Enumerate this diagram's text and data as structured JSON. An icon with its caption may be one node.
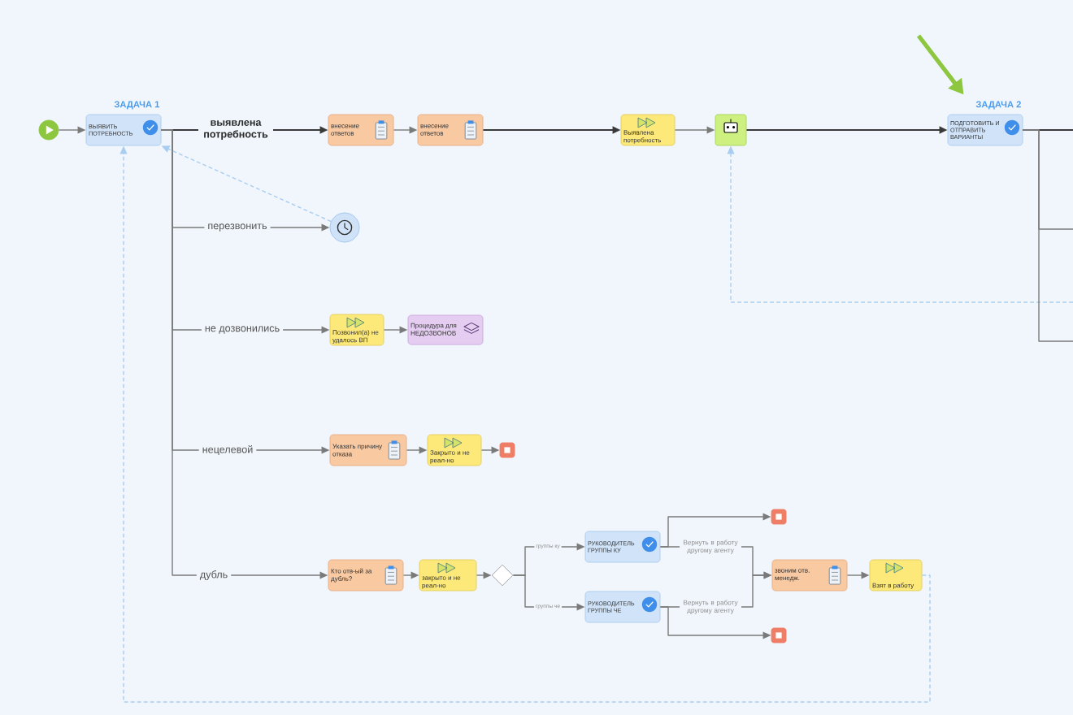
{
  "diagram": {
    "nodes": [
      {
        "text": [],
        "shape": "circle"
      },
      {
        "text": [
          "ЗАДАЧА 1",
          "ВЫЯВИТЬ ПОТРЕБНОСТЬ"
        ]
      },
      {
        "text": [
          "внесение ответов"
        ]
      },
      {
        "text": [
          "внесение ответов"
        ]
      },
      {
        "text": [
          "Выявлена потребность"
        ]
      },
      {
        "text": [],
        "shape": "box"
      },
      {
        "text": [
          "ЗАДАЧА 2",
          "ПОДГОТОВИТЬ И ОТПРАВИТЬ ВАРИАНТЫ"
        ]
      },
      {
        "text": [],
        "shape": "circle"
      },
      {
        "text": [
          "Позвонил(а) не удалось ВП"
        ]
      },
      {
        "text": [
          "Процедура для НЕДОЗВОНОВ"
        ]
      },
      {
        "text": [
          "Указать причину отказа"
        ]
      },
      {
        "text": [
          "Закрыто и не реал-но"
        ]
      },
      {
        "text": [],
        "shape": "box"
      },
      {
        "text": [
          "Кто отв-ый за дубль?"
        ]
      },
      {
        "text": [
          "закрыто и не реал-но"
        ]
      },
      {
        "text": [],
        "shape": "diamond"
      },
      {
        "text": [
          "РУКОВОДИТЕЛЬ ГРУППЫ КУ"
        ]
      },
      {
        "text": [
          "РУКОВОДИТЕЛЬ ГРУППЫ ЧЕ"
        ]
      },
      {
        "text": [],
        "shape": "box"
      },
      {
        "text": [],
        "shape": "box"
      },
      {
        "text": [
          "звоним отв. менедж."
        ]
      },
      {
        "text": [
          "Взят в работу"
        ]
      }
    ],
    "edges": [
      {
        "from": 0,
        "to": 1,
        "arrow": "to"
      },
      {
        "from": 1,
        "to": 2,
        "arrow": "to",
        "label": "выявлена потребность",
        "color": "#3a3a3a"
      },
      {
        "from": 2,
        "to": 3,
        "arrow": "to"
      },
      {
        "from": 3,
        "to": 4,
        "arrow": "to",
        "color": "#3a3a3a"
      },
      {
        "from": 4,
        "to": 5,
        "arrow": "to"
      },
      {
        "from": 5,
        "to": 6,
        "arrow": "to",
        "color": "#3a3a3a"
      },
      {
        "from": 1,
        "to": 7,
        "arrow": "to",
        "label": "перезвонить"
      },
      {
        "from": 1,
        "to": 8,
        "arrow": "to",
        "label": "не дозвонились"
      },
      {
        "from": 8,
        "to": 9,
        "arrow": "to"
      },
      {
        "from": 1,
        "to": 10,
        "arrow": "to",
        "label": "нецелевой"
      },
      {
        "from": 10,
        "to": 11,
        "arrow": "to"
      },
      {
        "from": 11,
        "to": 12,
        "arrow": "to"
      },
      {
        "from": 1,
        "to": 13,
        "arrow": "to",
        "label": "дубль"
      },
      {
        "from": 13,
        "to": 14,
        "arrow": "to"
      },
      {
        "from": 14,
        "to": 15,
        "arrow": "to"
      },
      {
        "from": 15,
        "to": 16,
        "arrow": "to",
        "label": "группы ку"
      },
      {
        "from": 15,
        "to": 17,
        "arrow": "to",
        "label": "группы че"
      },
      {
        "from": 16,
        "to": 18,
        "arrow": "to"
      },
      {
        "from": 16,
        "to": 20,
        "arrow": "to",
        "label": "Вернуть в работу другому агенту"
      },
      {
        "from": 17,
        "to": 20,
        "arrow": "to",
        "label": "Вернуть в работу другому агенту"
      },
      {
        "from": 17,
        "to": 19,
        "arrow": "to"
      },
      {
        "from": 20,
        "to": 21,
        "arrow": "to"
      },
      {
        "from": 7,
        "to": 1,
        "arrow": "to",
        "style": "dashed",
        "color": "#a8cdf0"
      },
      {
        "from": 21,
        "to": 1,
        "arrow": "to",
        "style": "dashed",
        "color": "#a8cdf0"
      },
      {
        "from": null,
        "to": 5,
        "arrow": "to",
        "style": "dashed",
        "color": "#a8cdf0"
      },
      {
        "from": 6,
        "to": null,
        "arrow": "none",
        "color": "#3a3a3a"
      },
      {
        "from": 6,
        "to": null,
        "arrow": "none"
      },
      {
        "from": 6,
        "to": null,
        "arrow": "none"
      },
      {
        "from": null,
        "to": 6,
        "arrow": "to",
        "style": "thick",
        "color": "#8dc63f"
      }
    ]
  }
}
